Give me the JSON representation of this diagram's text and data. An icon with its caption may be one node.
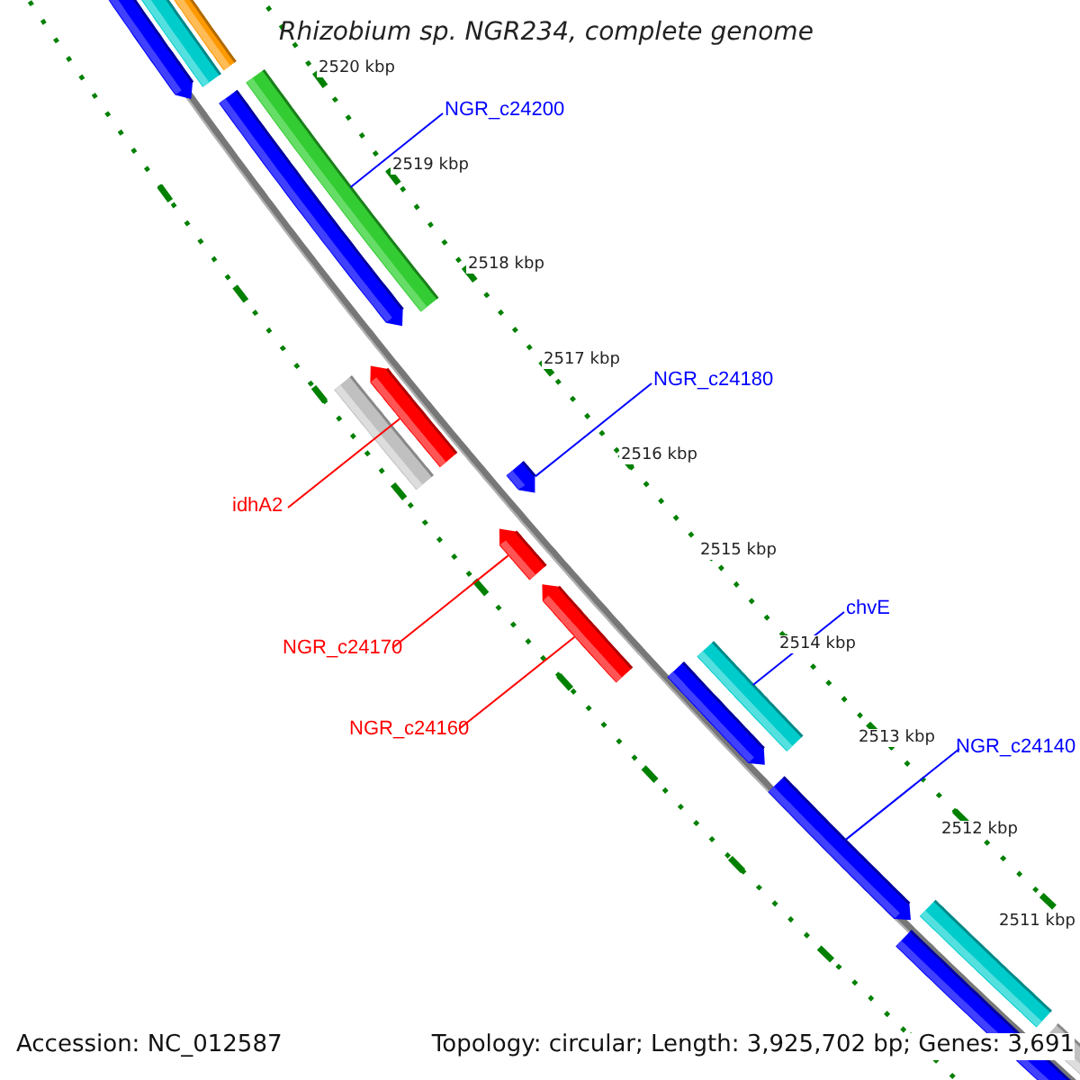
{
  "diagram": {
    "title": "Rhizobium sp. NGR234, complete genome",
    "nodes": [
      {
        "text": [
          "NGR_c24200"
        ]
      },
      {
        "text": [],
        "shape": "bar"
      },
      {
        "text": [
          "NGR_c24180"
        ]
      },
      {
        "text": [],
        "shape": "bar"
      },
      {
        "text": [
          "idhA2"
        ]
      },
      {
        "text": [],
        "shape": "bar"
      },
      {
        "text": [
          "NGR_c24170"
        ]
      },
      {
        "text": [],
        "shape": "bar"
      },
      {
        "text": [
          "NGR_c24160"
        ]
      },
      {
        "text": [],
        "shape": "bar"
      },
      {
        "text": [
          "chvE"
        ]
      },
      {
        "text": [],
        "shape": "bar"
      },
      {
        "text": [
          "NGR_c24140"
        ]
      },
      {
        "text": [],
        "shape": "bar"
      }
    ],
    "edges": [
      {
        "from": 0,
        "to": 1,
        "arrow": "none"
      },
      {
        "from": 2,
        "to": 3,
        "arrow": "none"
      },
      {
        "from": 4,
        "to": 5,
        "arrow": "none",
        "color": "#ff0000"
      },
      {
        "from": 6,
        "to": 7,
        "arrow": "none",
        "color": "#ff0000"
      },
      {
        "from": 8,
        "to": 9,
        "arrow": "none",
        "color": "#ff0000"
      },
      {
        "from": 10,
        "to": 11,
        "arrow": "none"
      },
      {
        "from": 12,
        "to": 13,
        "arrow": "none"
      }
    ],
    "labels": [
      "2520 kbp",
      "2519 kbp",
      "2518 kbp",
      "2517 kbp",
      "2516 kbp",
      "2515 kbp",
      "2514 kbp",
      "2513 kbp",
      "2512 kbp",
      "2511 kbp",
      "Accession: NC_012587",
      "Topology: circular; Length: 3,925,702 bp; Genes: 3,691"
    ]
  }
}
